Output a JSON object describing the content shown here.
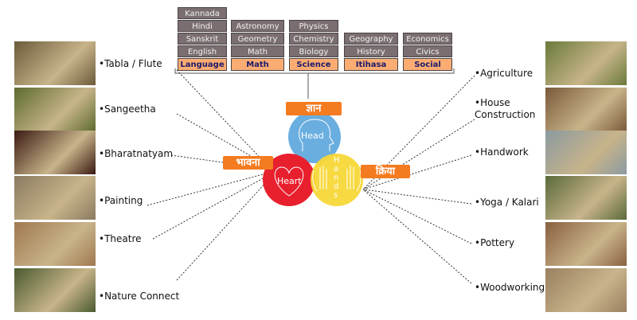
{
  "subjects": [
    {
      "header": "Language",
      "items": [
        "Kannada",
        "Hindi",
        "Sanskrit",
        "English"
      ]
    },
    {
      "header": "Math",
      "items": [
        "Astronomy",
        "Geometry",
        "Math"
      ]
    },
    {
      "header": "Science",
      "items": [
        "Physics",
        "Chemistry",
        "Biology"
      ]
    },
    {
      "header": "Itihasa",
      "items": [
        "Geography",
        "History"
      ]
    },
    {
      "header": "Social",
      "items": [
        "Economics",
        "Civics"
      ]
    }
  ],
  "center": {
    "head_tag": "ज्ञान",
    "heart_tag": "भावना",
    "hands_tag": "क्रिया",
    "head": "Head",
    "heart": "Heart",
    "hands": "Hands",
    "colors": {
      "head": "#6aaee0",
      "heart": "#e8202e",
      "hands": "#f7d737",
      "tag": "#f47b20"
    }
  },
  "left": [
    "Tabla / Flute",
    "Sangeetha",
    "Bharatnatyam",
    "Painting",
    "Theatre",
    "Nature Connect"
  ],
  "right": [
    "Agriculture",
    "House Construction",
    "Handwork",
    "Yoga / Kalari",
    "Pottery",
    "Woodworking"
  ]
}
